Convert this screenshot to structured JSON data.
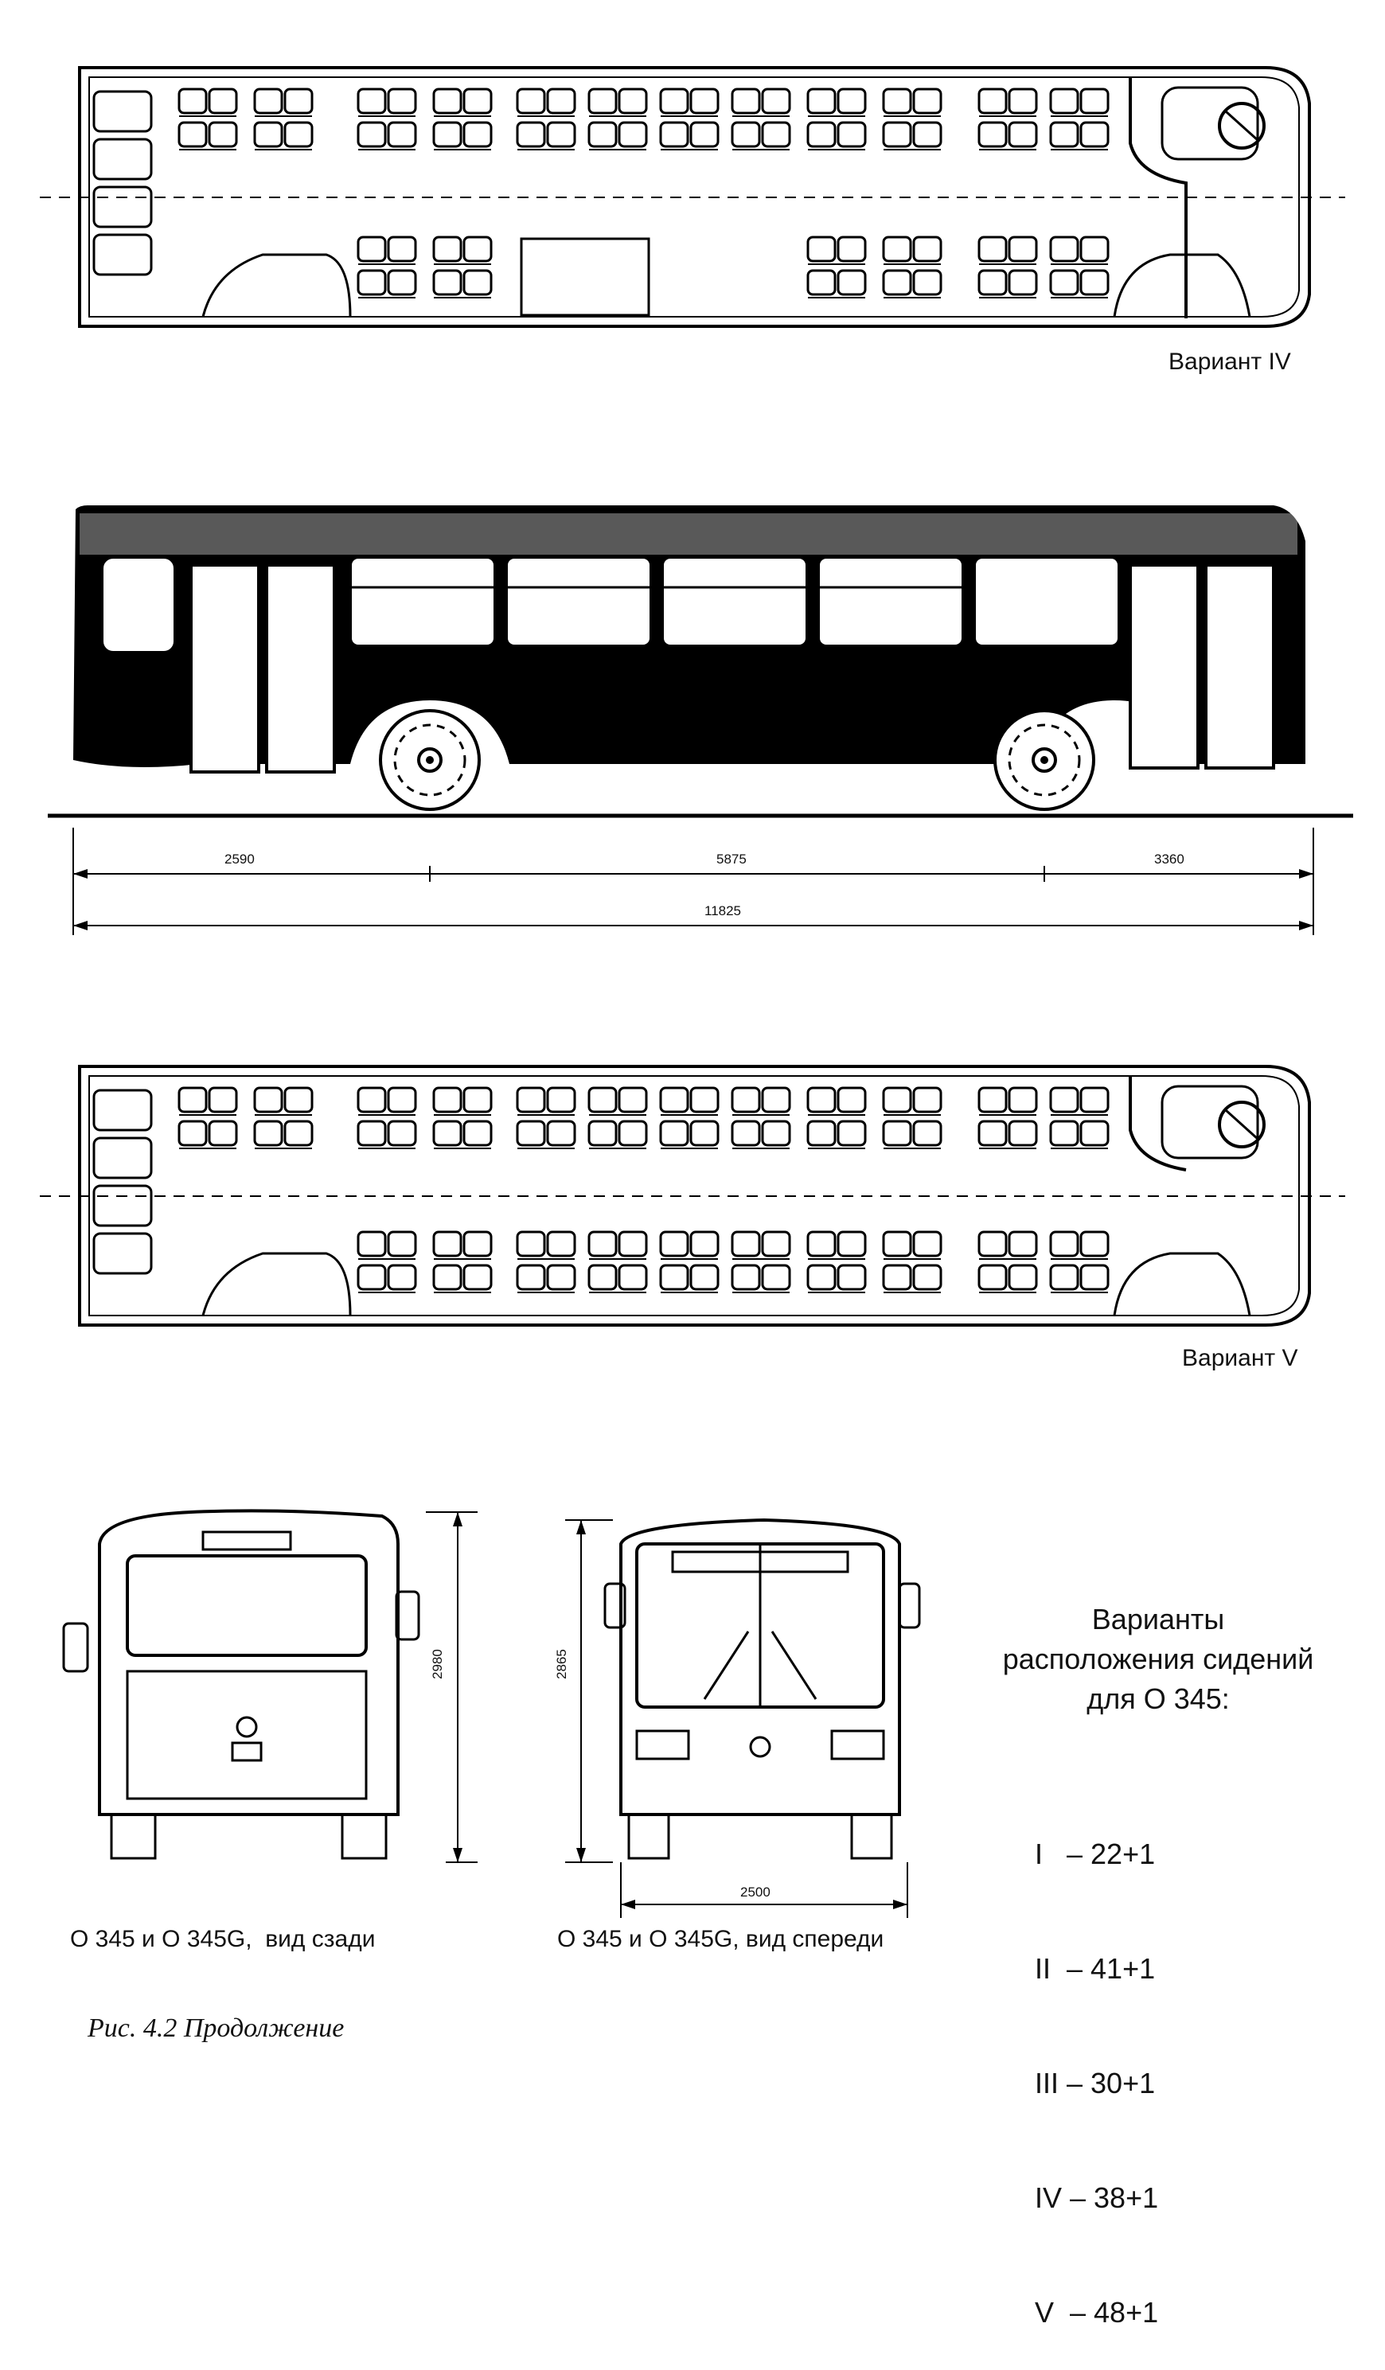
{
  "plan_top": {
    "variant_label": "Вариант IV"
  },
  "side_view": {
    "dimensions": {
      "seg1": "2590",
      "seg2": "5875",
      "seg3": "3360",
      "total": "11825"
    }
  },
  "plan_bottom": {
    "variant_label": "Вариант V"
  },
  "rear_view": {
    "height_dim": "2980",
    "caption": "O 345 и O 345G,  вид сзади"
  },
  "front_view": {
    "height_dim": "2865",
    "width_dim": "2500",
    "caption": "O 345 и O 345G, вид спереди"
  },
  "legend": {
    "title_lines": [
      "Варианты",
      "расположения сидений",
      "для O 345:"
    ],
    "items": [
      "I   – 22+1",
      "II  – 41+1",
      "III – 30+1",
      "IV – 38+1",
      "V  – 48+1"
    ]
  },
  "figure_caption": "Рис. 4.2 Продолжение"
}
